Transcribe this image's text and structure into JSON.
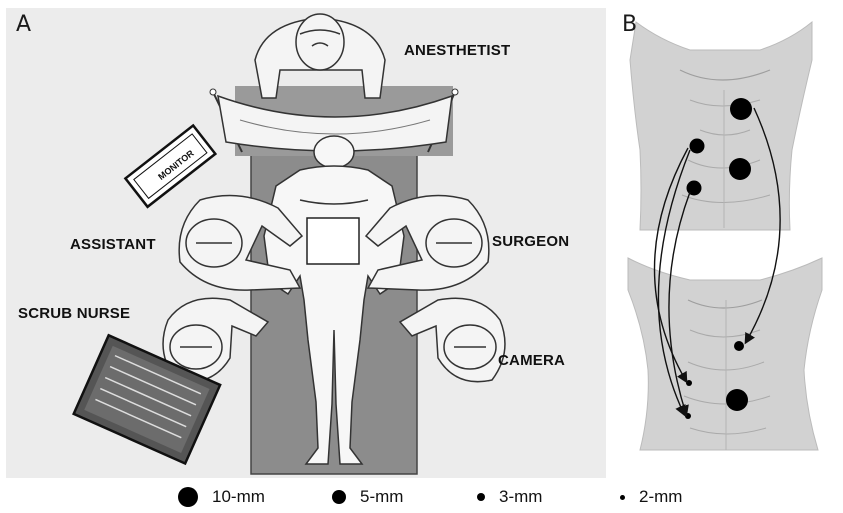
{
  "panel_a": {
    "letter": "A",
    "roles": {
      "anesthetist": "ANESTHETIST",
      "assistant": "ASSISTANT",
      "surgeon": "SURGEON",
      "scrub_nurse": "SCRUB NURSE",
      "camera": "CAMERA"
    },
    "monitor_label": "MONITOR"
  },
  "panel_b": {
    "letter": "B",
    "port_sizes_upper": [
      "10-mm",
      "5-mm",
      "10-mm",
      "5-mm"
    ],
    "port_sizes_lower": [
      "5-mm",
      "3-mm",
      "3-mm",
      "10-mm"
    ]
  },
  "legend": [
    {
      "label": "10-mm"
    },
    {
      "label": "5-mm"
    },
    {
      "label": "3-mm"
    },
    {
      "label": "2-mm"
    }
  ],
  "colors": {
    "panel_bg": "#ececec",
    "table": "#8c8c8c",
    "outline": "#222222",
    "skin": "#c9c9c9"
  }
}
